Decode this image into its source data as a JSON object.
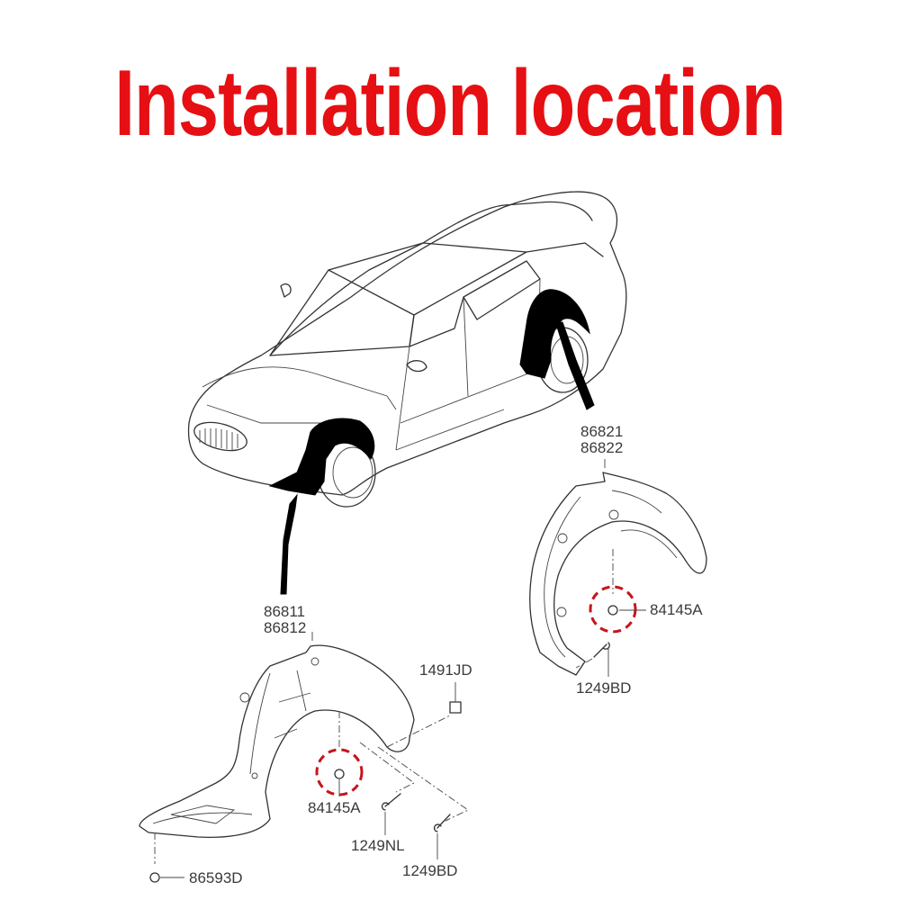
{
  "title": "Installation location",
  "colors": {
    "title": "#e60f13",
    "highlight_circle": "#c4161c",
    "line_art": "#333333"
  },
  "vehicle": {
    "description": "sedan line drawing, front-left three-quarter view",
    "highlighted_parts": [
      "front-wheel-guard",
      "rear-wheel-guard"
    ]
  },
  "rear_assembly": {
    "part_numbers": [
      "86821",
      "86822"
    ],
    "fasteners": [
      {
        "id": "nut",
        "label": "84145A",
        "highlighted": true
      },
      {
        "id": "screw",
        "label": "1249BD"
      }
    ]
  },
  "front_assembly": {
    "part_numbers": [
      "86811",
      "86812"
    ],
    "fasteners": [
      {
        "id": "clip",
        "label": "1491JD"
      },
      {
        "id": "nut",
        "label": "84145A",
        "highlighted": true
      },
      {
        "id": "screw-nl",
        "label": "1249NL"
      },
      {
        "id": "screw-bd",
        "label": "1249BD"
      },
      {
        "id": "bottom-screw",
        "label": "86593D"
      }
    ]
  }
}
